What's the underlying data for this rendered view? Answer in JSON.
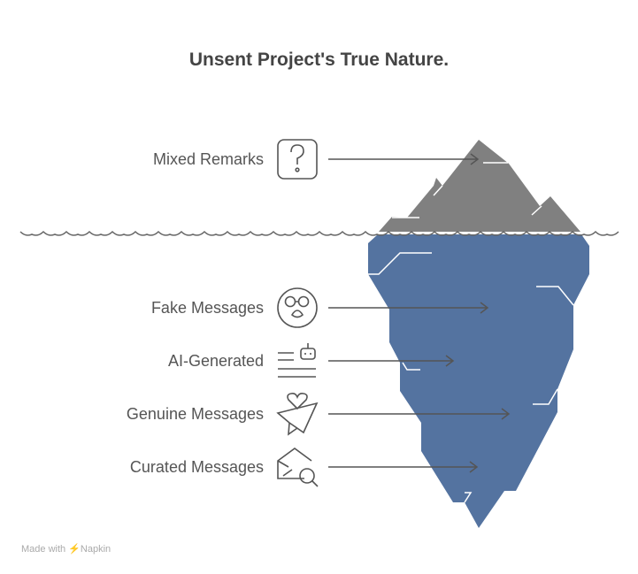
{
  "title": "Unsent Project's True Nature.",
  "items": [
    {
      "label": "Mixed Remarks",
      "icon": "question-icon",
      "zone": "above-water"
    },
    {
      "label": "Fake Messages",
      "icon": "glasses-face-icon",
      "zone": "below-water"
    },
    {
      "label": "AI-Generated",
      "icon": "robot-text-icon",
      "zone": "below-water"
    },
    {
      "label": "Genuine Messages",
      "icon": "heart-paper-plane-icon",
      "zone": "below-water"
    },
    {
      "label": "Curated Messages",
      "icon": "envelope-search-icon",
      "zone": "below-water"
    }
  ],
  "footer": {
    "made_with": "Made with",
    "brand": "Napkin"
  },
  "colors": {
    "tip": "#808080",
    "submerged": "#5473A0",
    "line": "#555555"
  }
}
